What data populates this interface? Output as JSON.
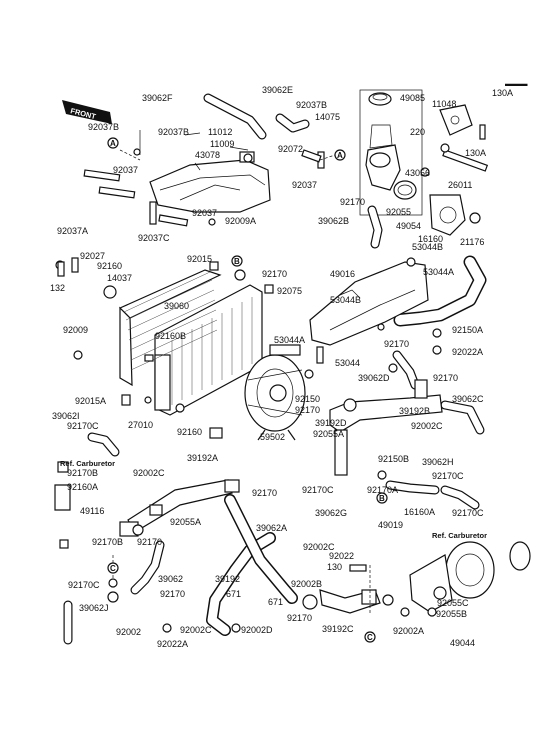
{
  "corner_mark": "▬▬▬",
  "front_label": "FRONT",
  "ref_label_1": "Ref. Carburetor",
  "ref_label_2": "Ref. Carburetor",
  "markers": [
    "A",
    "A",
    "B",
    "B",
    "C",
    "C"
  ],
  "part_labels": [
    "39062F",
    "39062E",
    "92037B",
    "49085",
    "11048",
    "130A",
    "92037B",
    "92037B",
    "11012",
    "14075",
    "11009",
    "220",
    "130A",
    "43078",
    "92072",
    "43056",
    "26011",
    "92037",
    "92170",
    "92037",
    "92055",
    "39062B",
    "49054",
    "92037",
    "92009A",
    "16160",
    "21176",
    "92037C",
    "92037A",
    "53044B",
    "92027",
    "92015",
    "92170",
    "53044A",
    "92160",
    "49016",
    "132",
    "14037",
    "92075",
    "53044B",
    "39060",
    "92150A",
    "92009",
    "92160B",
    "53044A",
    "92170",
    "92022A",
    "53044",
    "39062D",
    "92170",
    "92015A",
    "92150",
    "39192B",
    "39062C",
    "92170",
    "39062I",
    "27010",
    "39192D",
    "92170C",
    "92055A",
    "92002C",
    "92160",
    "59502",
    "92150B",
    "39062H",
    "39192A",
    "92170B",
    "92002C",
    "92170C",
    "92170A",
    "92170C",
    "92160A",
    "92170",
    "16160A",
    "49116",
    "39062G",
    "49019",
    "92170C",
    "92055A",
    "39062A",
    "92170",
    "92002C",
    "92170B",
    "92022",
    "92170C",
    "39062",
    "39192",
    "130",
    "92170",
    "671",
    "92002B",
    "92055C",
    "39062J",
    "92170",
    "671",
    "92055B",
    "92002",
    "92002C",
    "92002D",
    "39192C",
    "92002A",
    "92022A",
    "49044"
  ]
}
